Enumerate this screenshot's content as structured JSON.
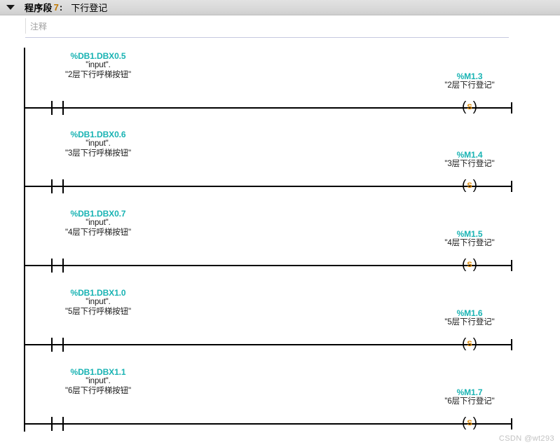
{
  "header": {
    "collapse_icon": "triangle-down-icon",
    "title": "程序段",
    "number": "7",
    "colon": ":",
    "subtitle": "下行登记"
  },
  "comment": {
    "placeholder": "注释",
    "value": ""
  },
  "colors": {
    "address_teal": "#19b3b3",
    "quote_orange": "#e08a00",
    "set_letter_orange": "#e08a00",
    "header_bg": "#d9d9d9",
    "rail_black": "#000000",
    "watermark_gray": "#c2c2c2"
  },
  "ladder": {
    "rungs": [
      {
        "contact": {
          "address": "%DB1.DBX0.5",
          "symbol_db": "\"input\".",
          "symbol_name": "\"2层下行呼梯按钮\"",
          "type": "normally-open-contact"
        },
        "coil": {
          "address": "%M1.3",
          "symbol_name": "\"2层下行登记\"",
          "type": "set-coil",
          "letter": "S"
        }
      },
      {
        "contact": {
          "address": "%DB1.DBX0.6",
          "symbol_db": "\"input\".",
          "symbol_name": "\"3层下行呼梯按钮\"",
          "type": "normally-open-contact"
        },
        "coil": {
          "address": "%M1.4",
          "symbol_name": "\"3层下行登记\"",
          "type": "set-coil",
          "letter": "S"
        }
      },
      {
        "contact": {
          "address": "%DB1.DBX0.7",
          "symbol_db": "\"input\".",
          "symbol_name": "\"4层下行呼梯按钮\"",
          "type": "normally-open-contact"
        },
        "coil": {
          "address": "%M1.5",
          "symbol_name": "\"4层下行登记\"",
          "type": "set-coil",
          "letter": "S"
        }
      },
      {
        "contact": {
          "address": "%DB1.DBX1.0",
          "symbol_db": "\"input\".",
          "symbol_name": "\"5层下行呼梯按钮\"",
          "type": "normally-open-contact"
        },
        "coil": {
          "address": "%M1.6",
          "symbol_name": "\"5层下行登记\"",
          "type": "set-coil",
          "letter": "S"
        }
      },
      {
        "contact": {
          "address": "%DB1.DBX1.1",
          "symbol_db": "\"input\".",
          "symbol_name": "\"6层下行呼梯按钮\"",
          "type": "normally-open-contact"
        },
        "coil": {
          "address": "%M1.7",
          "symbol_name": "\"6层下行登记\"",
          "type": "set-coil",
          "letter": "S"
        }
      }
    ]
  },
  "watermark": {
    "text": "CSDN @wt293"
  }
}
